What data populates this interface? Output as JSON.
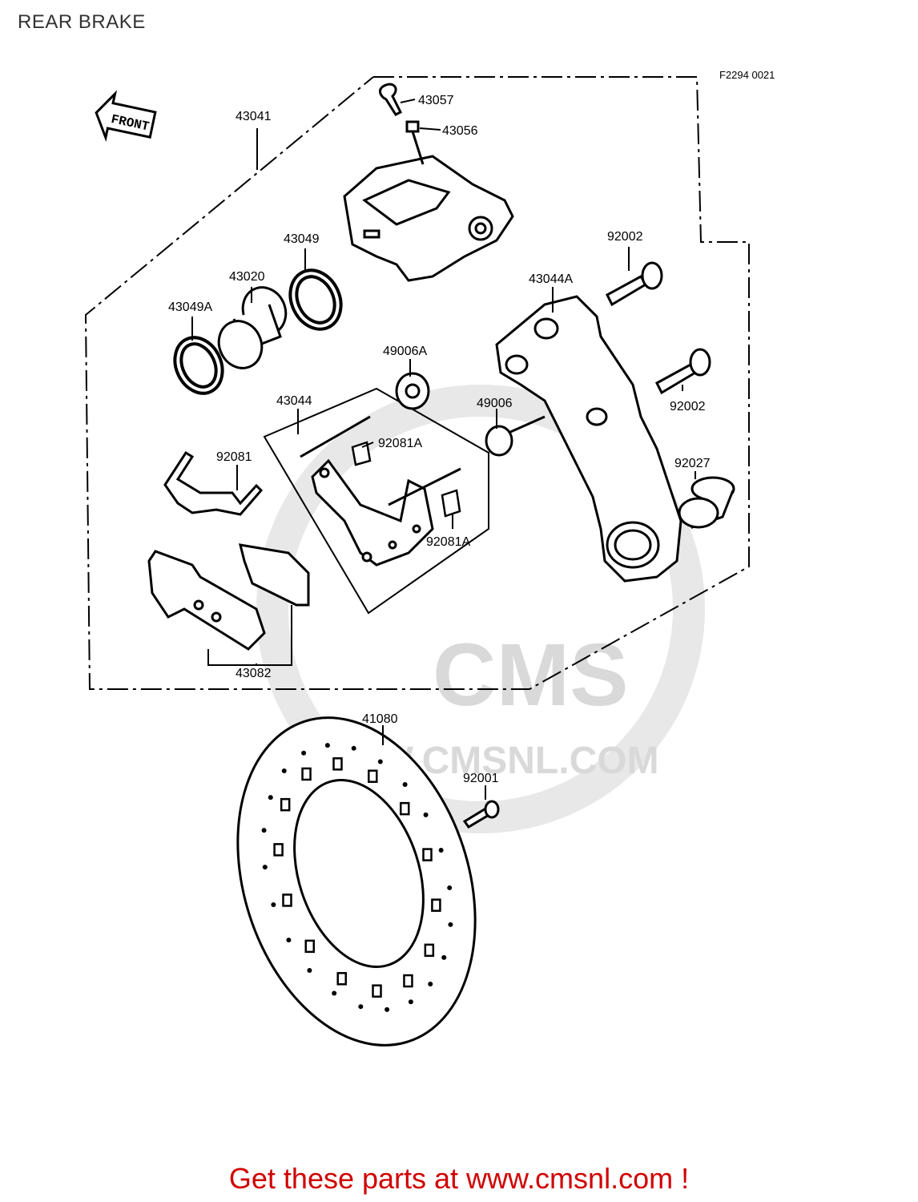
{
  "header": {
    "title": "REAR BRAKE"
  },
  "diagram": {
    "code": "F2294 0021",
    "front_marker": "FRONT",
    "parts": {
      "p43057": "43057",
      "p43056": "43056",
      "p43041": "43041",
      "p43049": "43049",
      "p43020": "43020",
      "p43049A": "43049A",
      "p92002_top": "92002",
      "p43044A": "43044A",
      "p49006A": "49006A",
      "p43044": "43044",
      "p92081A_top": "92081A",
      "p49006": "49006",
      "p92002_mid": "92002",
      "p92081": "92081",
      "p92027": "92027",
      "p92081A_bottom": "92081A",
      "p43082": "43082",
      "p41080": "41080",
      "p92001": "92001"
    }
  },
  "watermark": {
    "brand": "CMS",
    "url": "WWW.CMSNL.COM"
  },
  "footer": {
    "cta": "Get these parts at www.cmsnl.com !"
  },
  "colors": {
    "cta": "#d00000",
    "watermark": "#d9d9d9",
    "line": "#000000"
  }
}
